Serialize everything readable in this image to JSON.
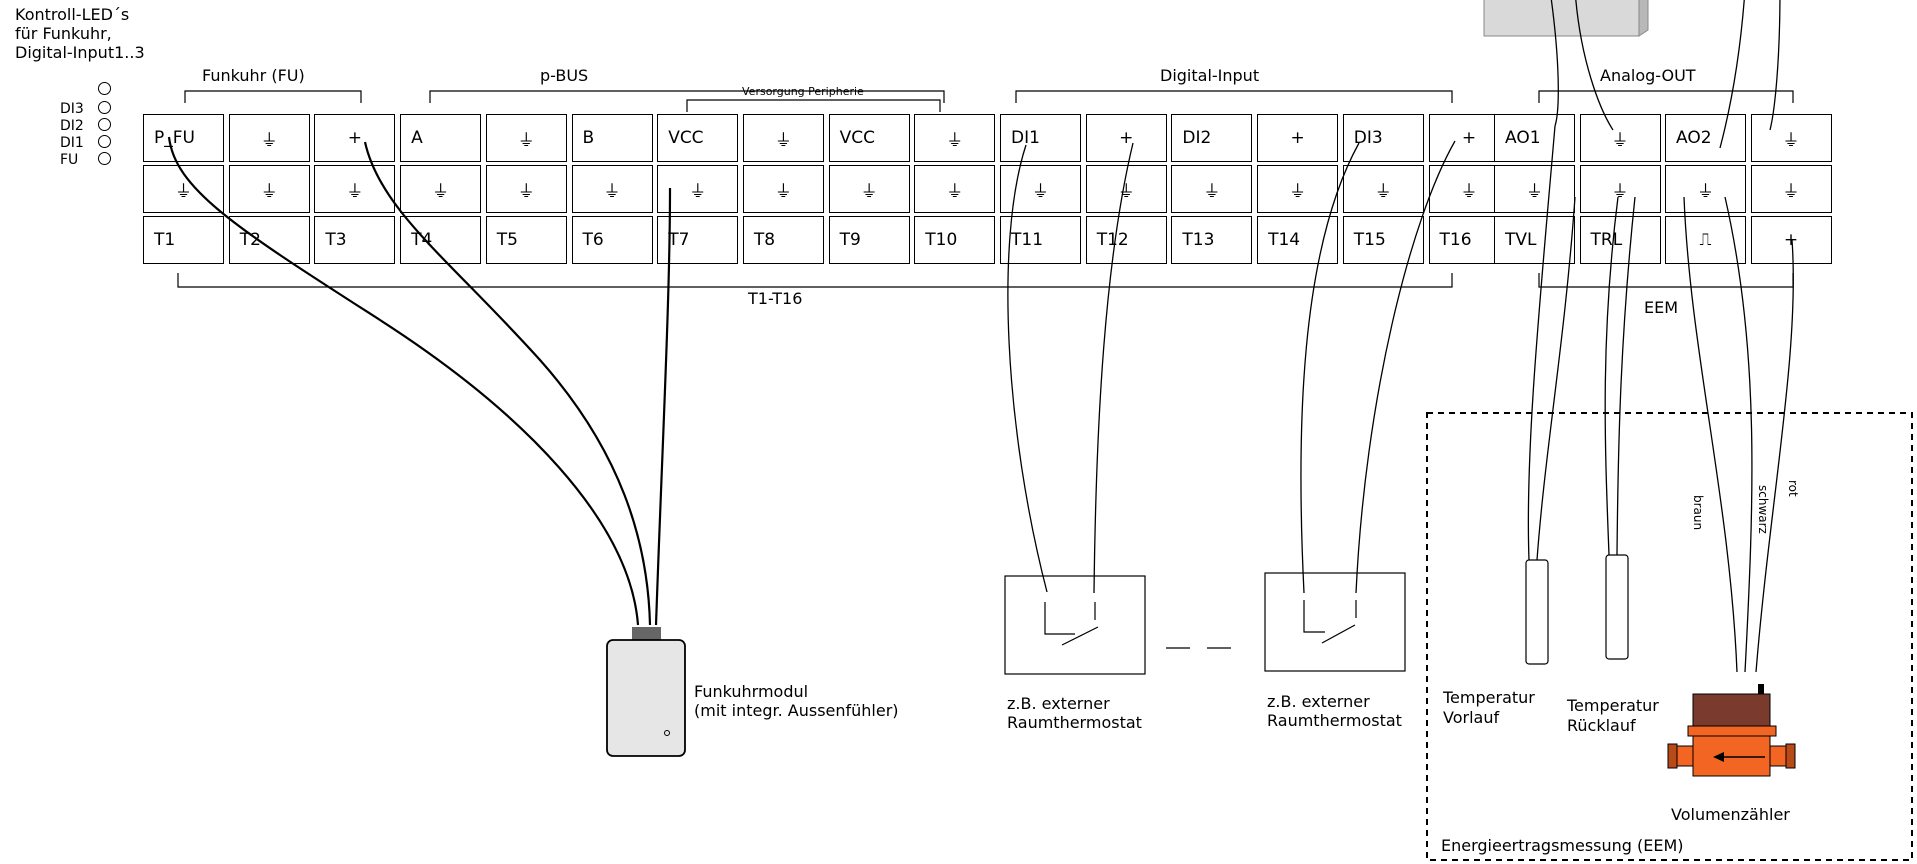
{
  "led_header": [
    "Kontroll-LED´s",
    "für Funkuhr,",
    "Digital-Input1..3"
  ],
  "leds": [
    "DI3",
    "DI2",
    "DI1",
    "FU"
  ],
  "groups": {
    "funkuhr": "Funkuhr (FU)",
    "pbus": "p-BUS",
    "versorgung": "Versorgung Peripherie",
    "digital_input": "Digital-Input",
    "analog_out": "Analog-OUT",
    "t_range": "T1-T16",
    "eem_short": "EEM"
  },
  "ground_symbol": "⏚",
  "pulse_symbol": "⎍",
  "row1": [
    "P_FU",
    "⏚",
    "+",
    "A",
    "⏚",
    "B",
    "VCC",
    "⏚",
    "VCC",
    "⏚",
    "DI1",
    "+",
    "DI2",
    "+",
    "DI3",
    "+",
    "AO1",
    "⏚",
    "AO2",
    "⏚"
  ],
  "row3": [
    "T1",
    "T2",
    "T3",
    "T4",
    "T5",
    "T6",
    "T7",
    "T8",
    "T9",
    "T10",
    "T11",
    "T12",
    "T13",
    "T14",
    "T15",
    "T16",
    "TVL",
    "TRL",
    "⎍",
    "+"
  ],
  "devices": {
    "funkuhr_modul": [
      "Funkuhrmodul",
      "(mit integr. Aussenfühler)"
    ],
    "thermostat_1": [
      "z.B. externer",
      "Raumthermostat"
    ],
    "thermostat_2": [
      "z.B. externer",
      "Raumthermostat"
    ],
    "temp_vorlauf": [
      "Temperatur",
      "Vorlauf"
    ],
    "temp_ruecklauf": [
      "Temperatur",
      "Rücklauf"
    ],
    "volumenzaehler": "Volumenzähler",
    "eem_box": "Energieertragsmessung (EEM)"
  },
  "wire_colors": [
    "braun",
    "schwarz",
    "rot"
  ],
  "colors": {
    "meter_orange": "#f26522",
    "meter_dark": "#7a3b2e",
    "module_gray": "#e6e6e6"
  }
}
